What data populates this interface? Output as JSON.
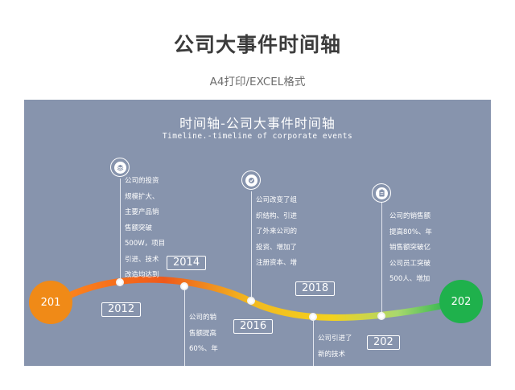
{
  "page": {
    "title": "公司大事件时间轴",
    "subtitle": "A4打印/EXCEL格式"
  },
  "panel": {
    "title": "时间轴-公司大事件时间轴",
    "subtitle": "Timeline.-timeline of corporate events",
    "background_color": "#8794ad"
  },
  "endpoints": {
    "start_label": "201",
    "start_color": "#f08a17",
    "end_label": "202",
    "end_color": "#1fb14c"
  },
  "events": [
    {
      "year": "2012",
      "icon": "layers-icon",
      "lines": [
        "公司的投资",
        "规模扩大、",
        "主要产品销",
        "售额突破",
        "500W，项目",
        "引进、技术",
        "改造均达到"
      ]
    },
    {
      "year": "2014",
      "icon": "",
      "lines": [
        "公司的销",
        "售额提高",
        "60%、年"
      ]
    },
    {
      "year": "2016",
      "icon": "check-badge-icon",
      "lines": [
        "公司改变了组",
        "织结构、引进",
        "了外来公司的",
        "投资、增加了",
        "注册资本、增"
      ]
    },
    {
      "year": "2018",
      "icon": "",
      "lines": [
        "公司引进了",
        "新的技术"
      ]
    },
    {
      "year": "202",
      "icon": "clipboard-icon",
      "lines": [
        "公司的销售额",
        "提高80%、年",
        "销售额突破亿",
        "公司员工突破",
        "500人、增加"
      ]
    }
  ]
}
